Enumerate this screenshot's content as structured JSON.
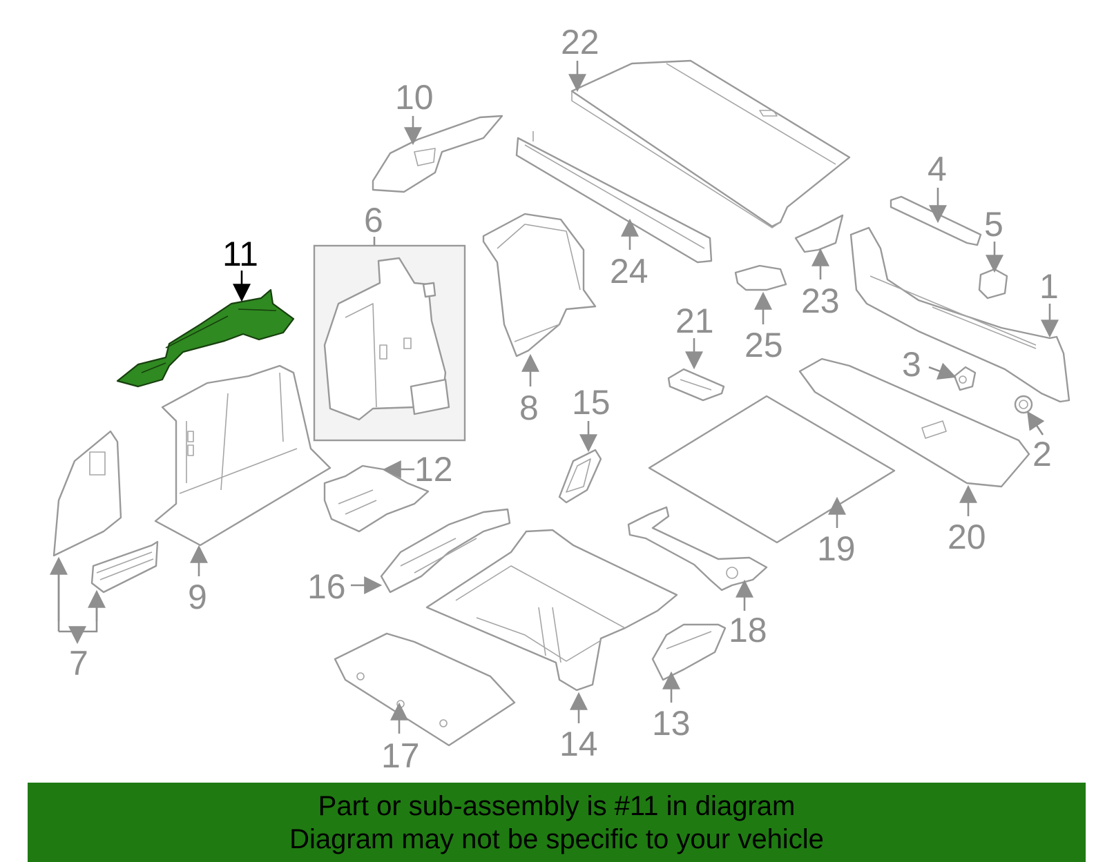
{
  "colors": {
    "line": "#999999",
    "highlight_fill": "#2f8a21",
    "highlight_label": "#000000",
    "banner_bg": "#1f7a12",
    "inset_bg": "#f3f3f3"
  },
  "highlighted_callout": "11",
  "callouts": {
    "c1": "1",
    "c2": "2",
    "c3": "3",
    "c4": "4",
    "c5": "5",
    "c6": "6",
    "c7": "7",
    "c8": "8",
    "c9": "9",
    "c10": "10",
    "c11": "11",
    "c12": "12",
    "c13": "13",
    "c14": "14",
    "c15": "15",
    "c16": "16",
    "c17": "17",
    "c18": "18",
    "c19": "19",
    "c20": "20",
    "c21": "21",
    "c22": "22",
    "c23": "23",
    "c24": "24",
    "c25": "25"
  },
  "banner": {
    "line1": "Part or sub-assembly is #11 in diagram",
    "line2": "Diagram may not be specific to your vehicle"
  }
}
